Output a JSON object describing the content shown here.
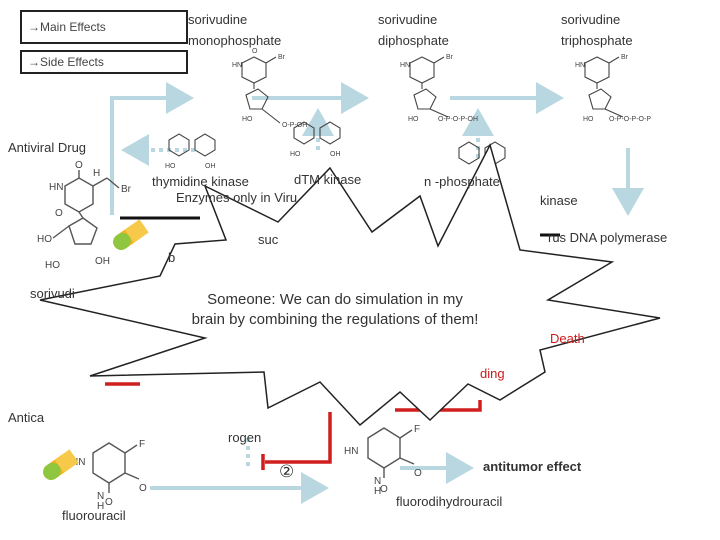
{
  "legend": {
    "main_effects": "→Main Effects",
    "side_effects": "→Side Effects"
  },
  "compounds": {
    "monophosphate": [
      "sorivudine",
      "monophosphate"
    ],
    "diphosphate": [
      "sorivudine",
      "diphosphate"
    ],
    "triphosphate": [
      "sorivudine",
      "triphosphate"
    ],
    "sorivudine": "sorivudi",
    "fluorouracil": "fluorouracil",
    "fluorodihydrouracil": "fluorodihydrouracil"
  },
  "labels": {
    "antiviral_drug": "Antiviral Drug",
    "thymidine_kinase": "thymidine kinase",
    "dtmp_kinase": "d​TM kinase",
    "enzymes_virus": "Enzymes only in Viru",
    "nucleoside_phosphate": "n         -phosphate",
    "kinase": "kinase",
    "virus_dna_polymerase": "rus DNA polymerase",
    "frag_b": "b",
    "frag_suc": "suc",
    "death": "Death",
    "frag_ding": "ding",
    "anticancer": "Antica",
    "frag_rogen": "rogen",
    "circled_two": "②",
    "antitumor_effect": "antitumor effect"
  },
  "callout": {
    "text": "Someone: We can do simulation in my brain by combining  the regulations of them!"
  },
  "colors": {
    "arrow_blue": "#b9d7e0",
    "inhibit_red": "#d11e1e",
    "callout_fill": "#ffffff",
    "callout_stroke": "#222222"
  }
}
